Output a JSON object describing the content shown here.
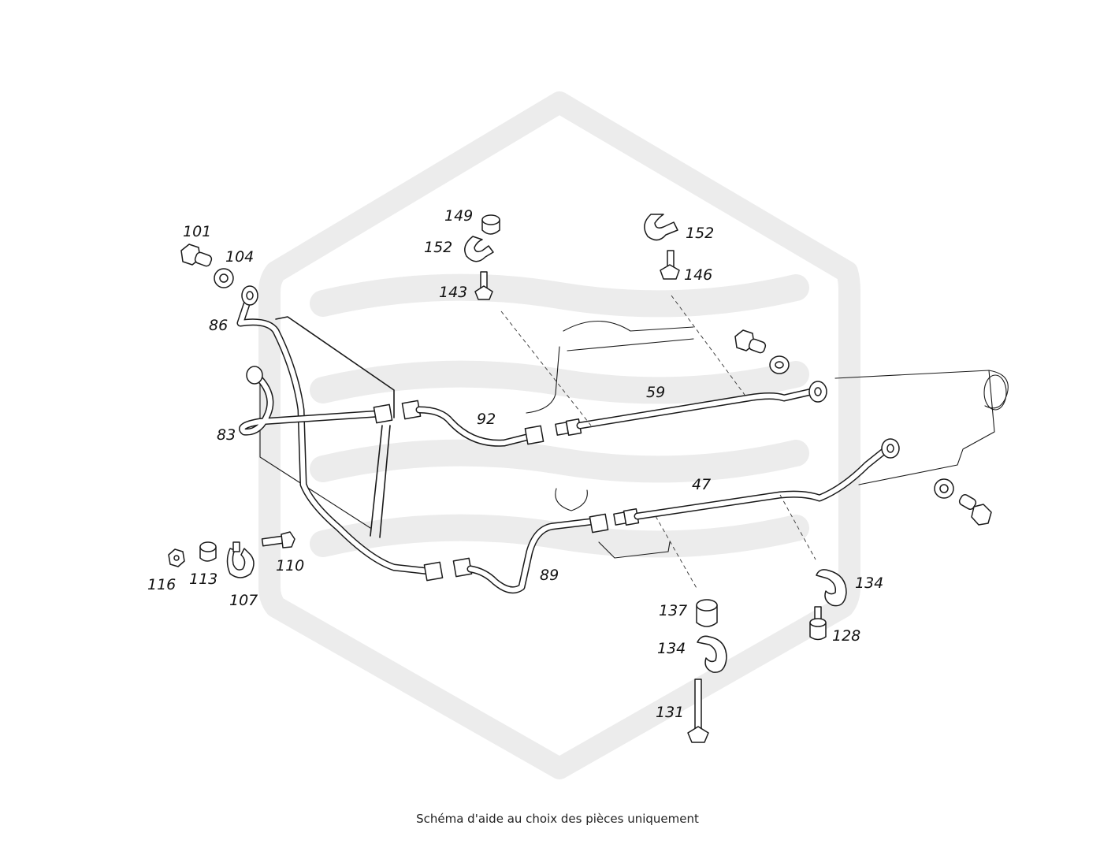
{
  "caption": "Schéma d'aide au choix des pièces uniquement",
  "callouts": {
    "c101": "101",
    "c104": "104",
    "c86": "86",
    "c83": "83",
    "c149": "149",
    "c152a": "152",
    "c143": "143",
    "c152b": "152",
    "c146": "146",
    "c92": "92",
    "c59": "59",
    "c47": "47",
    "c89": "89",
    "c116": "116",
    "c113": "113",
    "c107": "107",
    "c110": "110",
    "c137": "137",
    "c134a": "134",
    "c131": "131",
    "c134b": "134",
    "c128": "128"
  },
  "colors": {
    "line": "#1a1a1a",
    "watermark": "#ececec"
  }
}
